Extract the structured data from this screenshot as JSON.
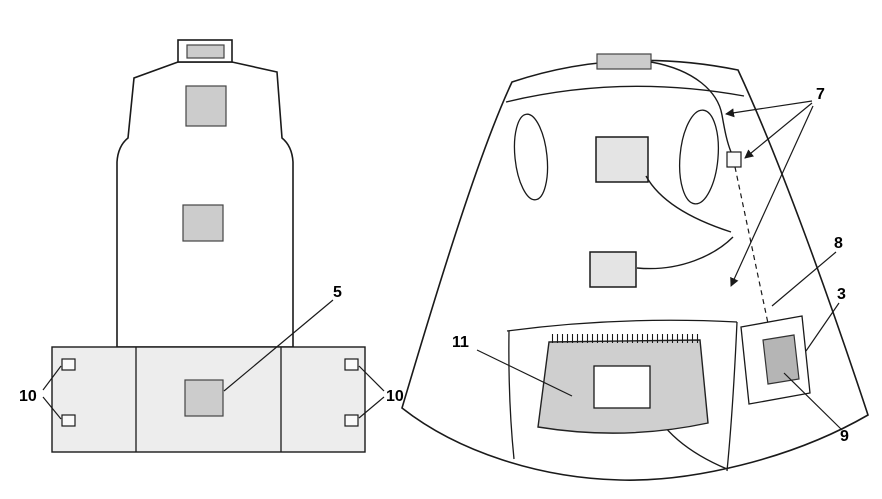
{
  "diagram": {
    "figure_left": {
      "name": "garment back view with bottom panel",
      "callouts": {
        "patch": "5",
        "fastener_left": "10",
        "fastener_right": "10"
      }
    },
    "figure_right": {
      "name": "cape inside view with wiring and pockets",
      "callouts": {
        "wiring": "7",
        "cable": "8",
        "pocket": "3",
        "device": "9",
        "display_pocket": "11"
      }
    },
    "colors": {
      "outline": "#1a1a1a",
      "panel_fill": "#ededed",
      "patch_fill": "#cccccc",
      "device_fill": "#b5b5b5",
      "pocket_fill": "#cfcfcf"
    }
  }
}
